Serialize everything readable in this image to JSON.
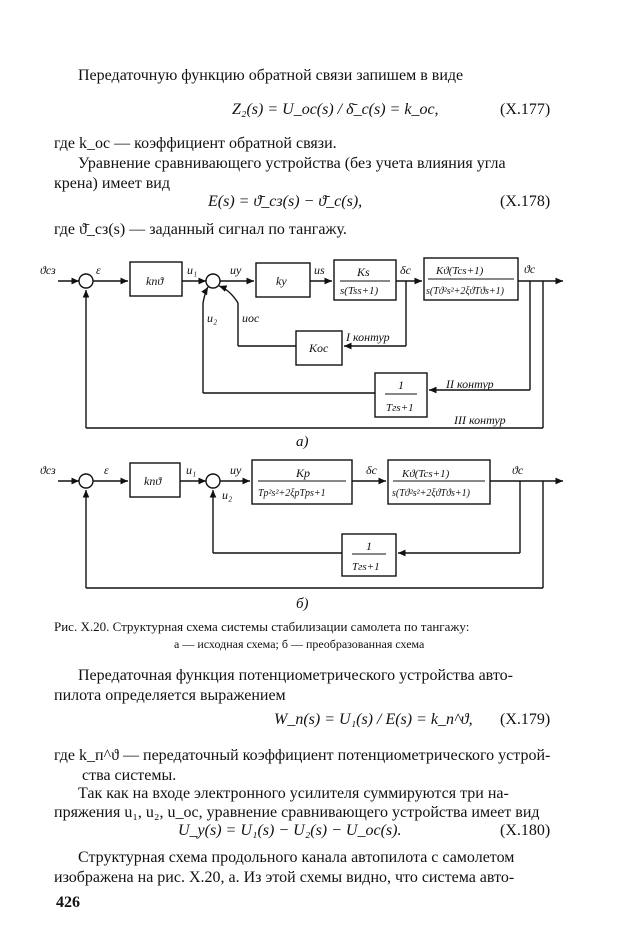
{
  "text": {
    "p1": "Передаточную функцию обратной связи запишем в виде",
    "eq177": "Z₂(s) = U_oc(s) / δ̄_c(s) = k_oc,",
    "eq177_no": "(X.177)",
    "p2": "где k_oc — коэффициент обратной связи.",
    "p3a": "Уравнение сравнивающего устройства (без учета влияния угла",
    "p3b": "крена) имеет вид",
    "eq178": "E(s) = ϑ̄_cз(s) − ϑ̄_c(s),",
    "eq178_no": "(X.178)",
    "p4": "где ϑ̄_cз(s) — заданный сигнал по тангажу.",
    "fig_a_label": "а)",
    "fig_b_label": "б)",
    "caption1": "Рис. X.20. Структурная схема системы стабилизации самолета по тангажу:",
    "caption2": "а — исходная схема; б — преобразованная схема",
    "p5a": "Передаточная функция потенциометрического устройства авто-",
    "p5b": "пилота определяется выражением",
    "eq179": "W_п(s) = U₁(s) / E(s) = k_п^ϑ,",
    "eq179_no": "(X.179)",
    "p6a": "где k_п^ϑ — передаточный коэффициент потенциометрического устрой-",
    "p6b": "ства системы.",
    "p7a": "Так как на входе электронного усилителя суммируются три на-",
    "p7b": "пряжения u₁, u₂, u_oc, уравнение сравнивающего устройства имеет вид",
    "eq180": "U_y(s) = U₁(s) − U₂(s) − U_oc(s).",
    "eq180_no": "(X.180)",
    "p8a": "Структурная схема продольного канала автопилота с самолетом",
    "p8b": "изображена на рис. X.20, а. Из этой схемы видно, что система авто-",
    "page_number": "426"
  },
  "diagram_a": {
    "input": "ϑсз",
    "eps": "ε",
    "block_kp": "kпϑ",
    "u1": "u₁",
    "uy": "uy",
    "block_ky": "ky",
    "us": "us",
    "block_ks_num": "Ks",
    "block_ks_den": "s(Tss+1)",
    "delta": "δc",
    "block_plant_num": "Kϑ(Tcs+1)",
    "block_plant_den": "s(Tϑ²s²+2ξϑTϑs+1)",
    "output": "ϑc",
    "u2": "u₂",
    "uoc": "uoc",
    "block_koc": "Koc",
    "contour1": "I контур",
    "block_tf_num": "1",
    "block_tf_den": "Tгs+1",
    "contour2": "II контур",
    "contour3": "III контур"
  },
  "diagram_b": {
    "input": "ϑсз",
    "eps": "ε",
    "block_kp": "kпϑ",
    "u1": "u₁",
    "uy": "uy",
    "u2": "u₂",
    "block_p_num": "Kp",
    "block_p_den": "Tp²s²+2ξpTps+1",
    "delta": "δc",
    "block_plant_num": "Kϑ(Tcs+1)",
    "block_plant_den": "s(Tϑ²s²+2ξϑTϑs+1)",
    "output": "ϑc",
    "block_tf_num": "1",
    "block_tf_den": "Tгs+1"
  }
}
